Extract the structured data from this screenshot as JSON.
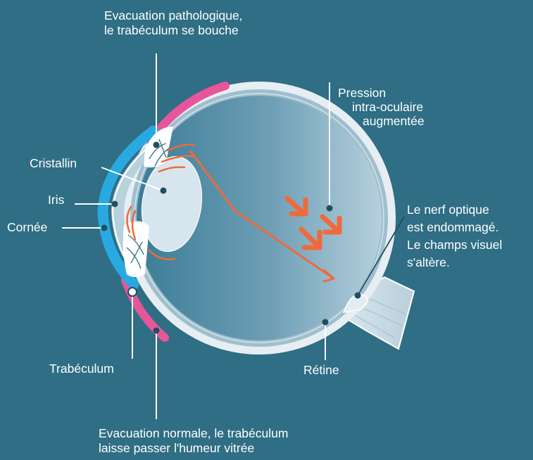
{
  "labels": {
    "evac_patho": [
      "Evacuation pathologique,",
      "le trabéculum se bouche"
    ],
    "pression": [
      "Pression",
      "intra-oculaire",
      "augmentée"
    ],
    "cristallin": "Cristallin",
    "iris": "Iris",
    "cornee": "Cornée",
    "nerf": [
      "Le nerf optique",
      "est endommagé.",
      "Le champs visuel",
      "s'altère."
    ],
    "trabeculum": "Trabéculum",
    "retine": "Rétine",
    "evac_normale": [
      "Evacuation normale, le trabéculum",
      "laisse passer l'humeur vitrée"
    ]
  },
  "colors": {
    "background": "#2f6e84",
    "cornea": "#29a9e1",
    "sclera_accent": "#e8569a",
    "arrow": "#ee6a3c",
    "leader": "#ffffff",
    "dot": "#1f4f60"
  }
}
